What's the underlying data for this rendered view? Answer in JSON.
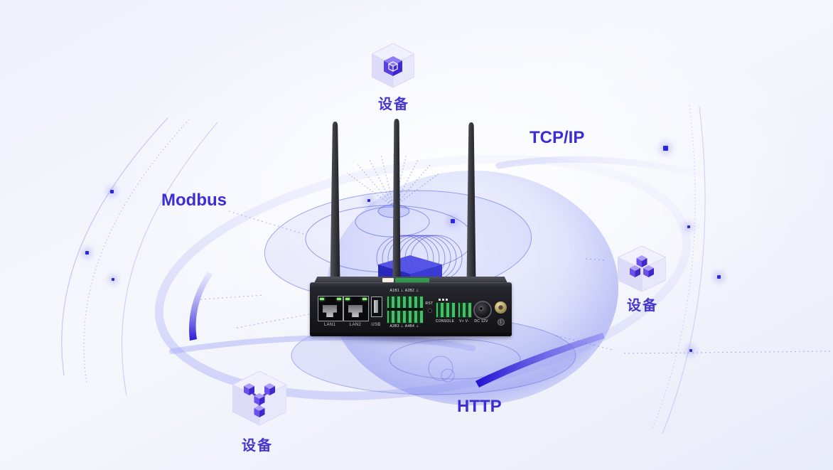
{
  "labels": {
    "device_top": "设备",
    "device_right": "设备",
    "device_bottom_left": "设备",
    "tcpip": "TCP/IP",
    "modbus": "Modbus",
    "http": "HTTP"
  },
  "router": {
    "ports": {
      "lan1": "LAN1",
      "lan2": "LAN2",
      "usb": "USB",
      "io_top": "A1B1 ⊥ A2B2 ⊥",
      "io_bottom": "A3B3 ⊥ A4B4 ⊥",
      "rst": "RST",
      "console": "CONSOLE",
      "power_pins": "V+ V-",
      "dc_power": "DC 12V"
    }
  },
  "icons": {
    "device_top": "cube-core-icon",
    "device_right": "cube-stack-icon",
    "device_bottom_left": "cube-network-icon"
  },
  "colors": {
    "protocol_text": "#3e2dd6",
    "device_text": "#4636cf",
    "swoosh_blue": "#2013d2",
    "ring_lavender": "#a9abf4",
    "globe_blue": "#4152e0",
    "antenna_dark": "#3a3a40",
    "terminal_green": "#3db35e"
  }
}
